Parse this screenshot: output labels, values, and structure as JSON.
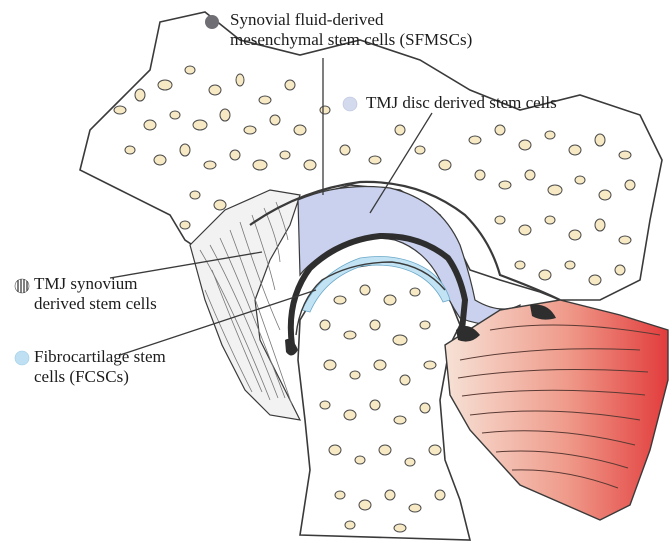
{
  "labels": {
    "sfmsc": {
      "line1": "Synovial fluid-derived",
      "line2": "mesenchymal stem cells (SFMSCs)",
      "marker_color": "#6e6e74"
    },
    "disc": {
      "line1": "TMJ disc derived stem cells",
      "marker_color": "#d3daee"
    },
    "synovium": {
      "line1": "TMJ synovium",
      "line2": "derived stem cells",
      "marker_color": "#4a4a4a"
    },
    "fcsc": {
      "line1": "Fibrocartilage stem",
      "line2": "cells (FCSCs)",
      "marker_color": "#bfe0f2"
    }
  },
  "colors": {
    "bone_fill": "#ffffff",
    "trabecula": "#f6e9c4",
    "outline": "#3a3a3a",
    "disc": "#c9d1ee",
    "fibrocartilage": "#c2e3f4",
    "cortex": "#2e2e2e",
    "muscle_light": "#f3d6c6",
    "muscle_dark": "#e74a4a"
  }
}
